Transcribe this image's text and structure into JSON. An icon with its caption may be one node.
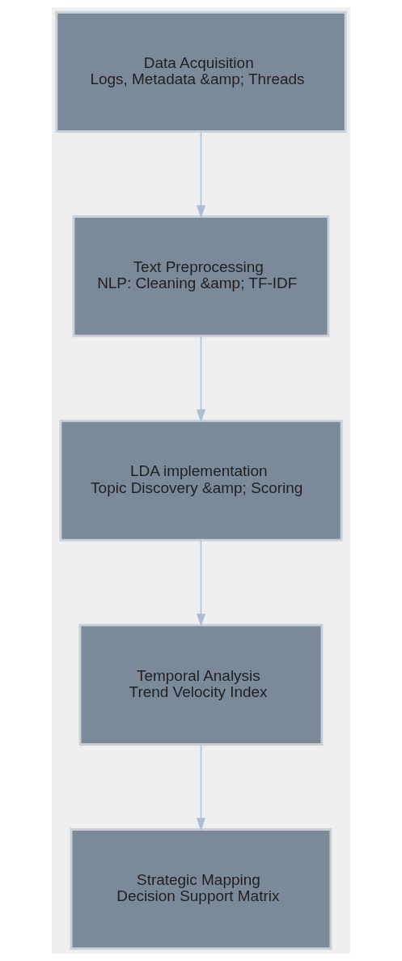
{
  "diagram": {
    "nodes": [
      {
        "text": [
          "Data Acquisition",
          "Logs, Metadata &amp; Threads"
        ]
      },
      {
        "text": [
          "Text Preprocessing",
          "NLP: Cleaning &amp; TF-IDF"
        ]
      },
      {
        "text": [
          "LDA implementation",
          "Topic Discovery &amp; Scoring"
        ]
      },
      {
        "text": [
          "Temporal Analysis",
          "Trend Velocity Index"
        ]
      },
      {
        "text": [
          "Strategic Mapping",
          "Decision Support Matrix"
        ]
      }
    ],
    "edges": [
      {
        "from": 0,
        "to": 1,
        "arrow": "to"
      },
      {
        "from": 1,
        "to": 2,
        "arrow": "to"
      },
      {
        "from": 2,
        "to": 3,
        "arrow": "to"
      },
      {
        "from": 3,
        "to": 4,
        "arrow": "to"
      }
    ]
  }
}
